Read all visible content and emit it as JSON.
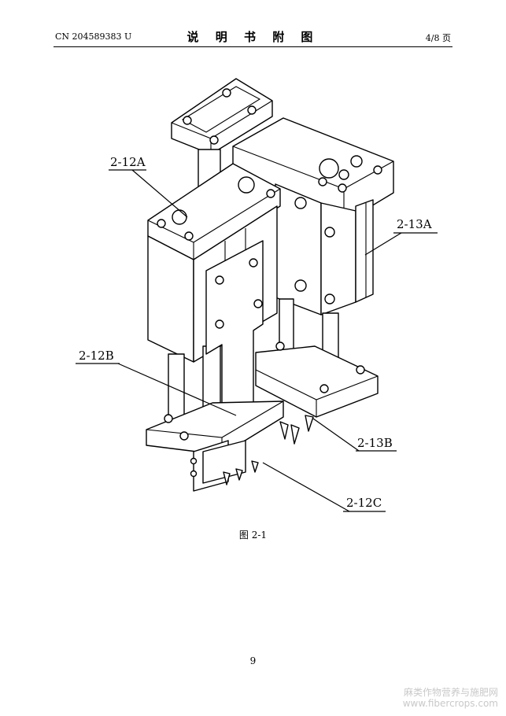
{
  "header": {
    "patent_no": "CN 204589383 U",
    "title": "说 明 书 附 图",
    "page_ref": "4/8 页"
  },
  "figure": {
    "labels": {
      "a12": "2-12A",
      "b12": "2-12B",
      "c12": "2-12C",
      "a13": "2-13A",
      "b13": "2-13B"
    },
    "caption": "图 2-1"
  },
  "footer": {
    "page_number": "9"
  },
  "watermark": {
    "text_cn": "麻类作物营养与施肥网",
    "text_url": "www.fibercrops.com"
  }
}
